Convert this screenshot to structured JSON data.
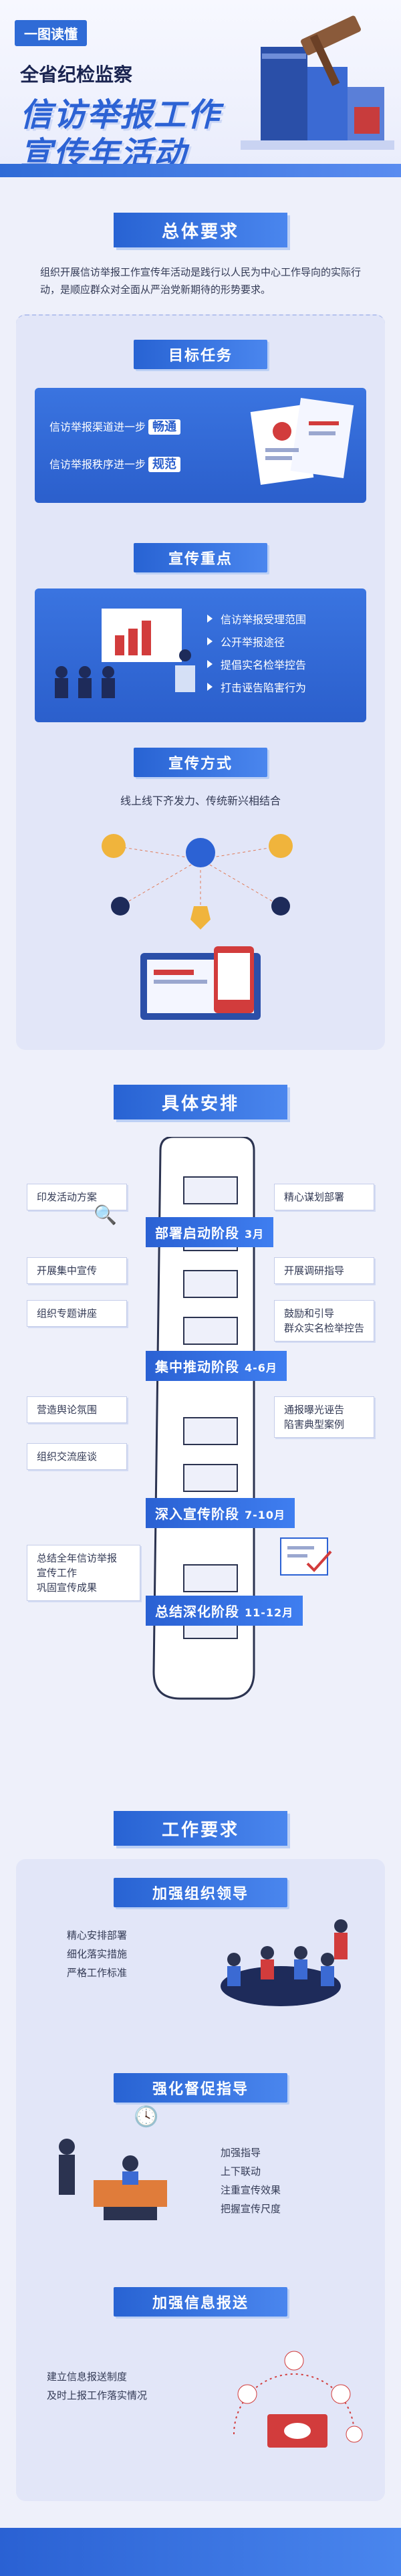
{
  "header": {
    "tag": "一图读懂",
    "org": "全省纪检监察",
    "title_line1": "信访举报工作",
    "title_line2": "宣传年活动"
  },
  "overall": {
    "heading": "总体要求",
    "text": "组织开展信访举报工作宣传年活动是践行以人民为中心工作导向的实际行动，是顺应群众对全面从严治党新期待的形势要求。"
  },
  "goals": {
    "heading": "目标任务",
    "items": [
      {
        "text": "信访举报渠道进一步",
        "highlight": "畅通"
      },
      {
        "text": "信访举报秩序进一步",
        "highlight": "规范"
      }
    ]
  },
  "focus": {
    "heading": "宣传重点",
    "items": [
      "信访举报受理范围",
      "公开举报途径",
      "提倡实名检举控告",
      "打击诬告陷害行为"
    ]
  },
  "methods": {
    "heading": "宣传方式",
    "text": "线上线下齐发力、传统新兴相结合"
  },
  "schedule": {
    "heading": "具体安排",
    "stages": [
      {
        "label": "部署启动阶段",
        "period": "3月"
      },
      {
        "label": "集中推动阶段",
        "period": "4-6月"
      },
      {
        "label": "深入宣传阶段",
        "period": "7-10月"
      },
      {
        "label": "总结深化阶段",
        "period": "11-12月"
      }
    ],
    "left_boxes": [
      "印发活动方案",
      "开展集中宣传",
      "组织专题讲座",
      "营造舆论氛围",
      "组织交流座谈",
      "总结全年信访举报\n宣传工作\n巩固宣传成果"
    ],
    "right_boxes": [
      "精心谋划部署",
      "开展调研指导",
      "鼓励和引导\n群众实名检举控告",
      "通报曝光诬告\n陷害典型案例"
    ]
  },
  "work": {
    "heading": "工作要求",
    "org": {
      "heading": "加强组织领导",
      "lines": [
        "精心安排部署",
        "细化落实措施",
        "严格工作标准"
      ]
    },
    "supervise": {
      "heading": "强化督促指导",
      "lines": [
        "加强指导",
        "上下联动",
        "注重宣传效果",
        "把握宣传尺度"
      ]
    },
    "report": {
      "heading": "加强信息报送",
      "lines": [
        "建立信息报送制度",
        "及时上报工作落实情况"
      ]
    }
  },
  "colors": {
    "primary": "#2c62d4",
    "accent": "#d23c3c",
    "panel": "#e2e6f8"
  }
}
